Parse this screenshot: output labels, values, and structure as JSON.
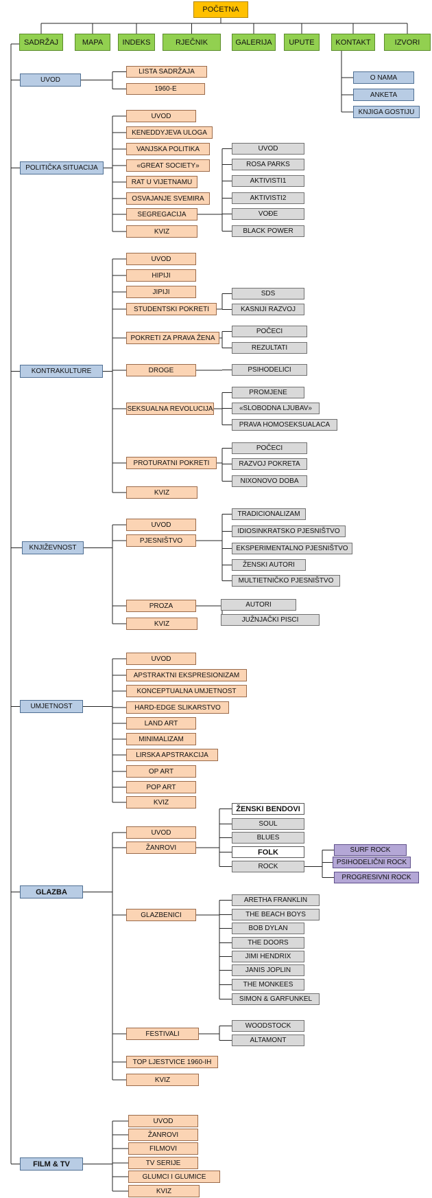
{
  "home": "POČETNA",
  "nav": [
    "SADRŽAJ",
    "MAPA",
    "INDEKS",
    "RJEČNIK",
    "GALERIJA",
    "UPUTE",
    "KONTAKT",
    "IZVORI"
  ],
  "kontakt_children": [
    "O NAMA",
    "ANKETA",
    "KNJIGA GOSTIJU"
  ],
  "sections": {
    "uvod": {
      "label": "UVOD",
      "children": [
        "LISTA SADRŽAJA",
        "1960-E"
      ]
    },
    "politicka": {
      "label": "POLITIČKA SITUACIJA",
      "children": [
        "UVOD",
        "KENEDDYJEVA ULOGA",
        "VANJSKA POLITIKA",
        "«GREAT SOCIETY»",
        "RAT U VIJETNAMU",
        "OSVAJANJE SVEMIRA",
        "SEGREGACIJA",
        "KVIZ"
      ],
      "segregacija": [
        "UVOD",
        "ROSA PARKS",
        "AKTIVISTI1",
        "AKTIVISTI2",
        "VOĐE",
        "BLACK POWER"
      ]
    },
    "kontrakulture": {
      "label": "KONTRAKULTURE",
      "children": [
        "UVOD",
        "HIPIJI",
        "JIPIJI",
        "STUDENTSKI POKRETI",
        "POKRETI ZA PRAVA ŽENA",
        "DROGE",
        "SEKSUALNA REVOLUCIJA",
        "PROTURATNI POKRETI",
        "KVIZ"
      ],
      "studentski": [
        "SDS",
        "KASNIJI RAZVOJ"
      ],
      "zene": [
        "POČECI",
        "REZULTATI"
      ],
      "droge": [
        "PSIHODELICI"
      ],
      "seksualna": [
        "PROMJENE",
        "«SLOBODNA LJUBAV»",
        "PRAVA HOMOSEKSUALACA"
      ],
      "proturatni": [
        "POČECI",
        "RAZVOJ POKRETA",
        "NIXONOVO DOBA"
      ]
    },
    "knjizevnost": {
      "label": "KNJIŽEVNOST",
      "children": [
        "UVOD",
        "PJESNIŠTVO",
        "PROZA",
        "KVIZ"
      ],
      "pjesnistvo": [
        "TRADICIONALIZAM",
        "IDIOSINKRATSKO PJESNIŠTVO",
        "EKSPERIMENTALNO PJESNIŠTVO",
        "ŽENSKI AUTORI",
        "MULTIETNIČKO PJESNIŠTVO"
      ],
      "proza": [
        "AUTORI",
        "JUŽNJAČKI PISCI"
      ]
    },
    "umjetnost": {
      "label": "UMJETNOST",
      "children": [
        "UVOD",
        "APSTRAKTNI EKSPRESIONIZAM",
        "KONCEPTUALNA UMJETNOST",
        "HARD-EDGE SLIKARSTVO",
        "LAND ART",
        "MINIMALIZAM",
        "LIRSKA APSTRAKCIJA",
        "OP ART",
        "POP ART",
        "KVIZ"
      ]
    },
    "glazba": {
      "label": "GLAZBA",
      "children": [
        "UVOD",
        "ŽANROVI",
        "GLAZBENICI",
        "FESTIVALI",
        "TOP LJESTVICE 1960-IH",
        "KVIZ"
      ],
      "zanrovi": [
        "ŽENSKI BENDOVI",
        "SOUL",
        "BLUES",
        "FOLK",
        "ROCK"
      ],
      "rock": [
        "SURF ROCK",
        "PSIHODELIČNI ROCK",
        "PROGRESIVNI ROCK"
      ],
      "glazbenici": [
        "ARETHA FRANKLIN",
        "THE BEACH BOYS",
        "BOB DYLAN",
        "THE DOORS",
        "JIMI HENDRIX",
        "JANIS JOPLIN",
        "THE MONKEES",
        "SIMON & GARFUNKEL"
      ],
      "festivali": [
        "WOODSTOCK",
        "ALTAMONT"
      ]
    },
    "film": {
      "label": "FILM & TV",
      "children": [
        "UVOD",
        "ŽANROVI",
        "FILMOVI",
        "TV SERIJE",
        "GLUMCI I GLUMICE",
        "KVIZ"
      ]
    }
  },
  "colors": {
    "home": "#ffc000",
    "nav": "#92d050",
    "section": "#b8cce4",
    "subsection": "#fbd4b4",
    "leaf": "#d9d9d9",
    "rock_genres": "#b4a7d6"
  }
}
